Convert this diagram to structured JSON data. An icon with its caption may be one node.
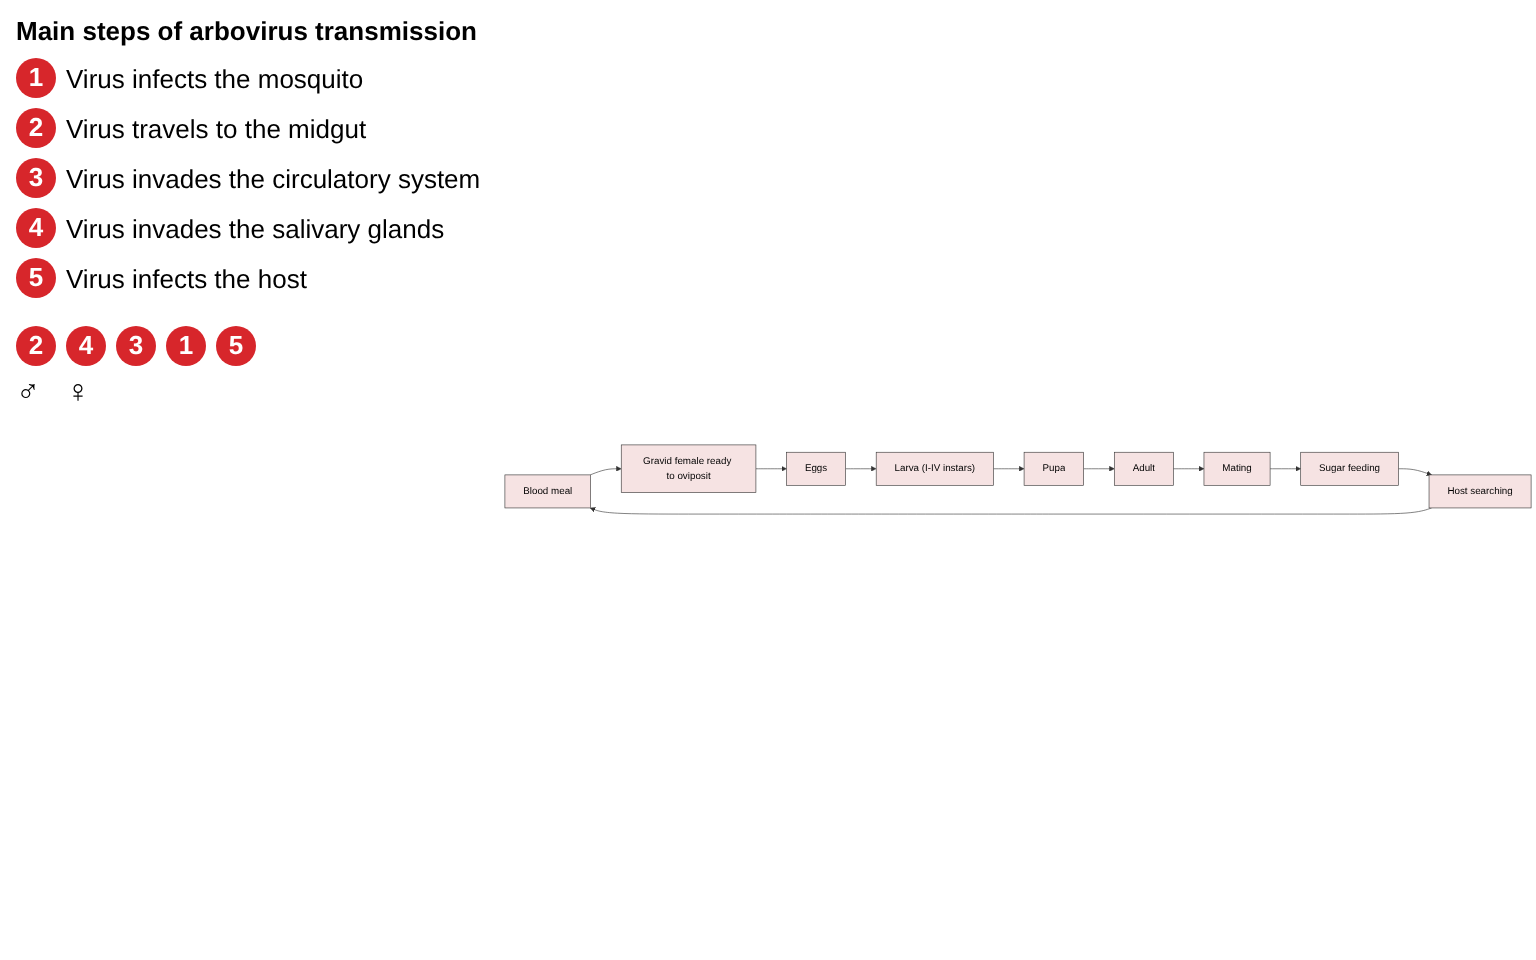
{
  "diagram": {
    "nodes": [
      {
        "text": [
          "Blood meal"
        ]
      },
      {
        "text": [
          "Gravid female ready to oviposit"
        ]
      },
      {
        "text": [
          "Eggs"
        ]
      },
      {
        "text": [
          "Larva (I-IV instars)"
        ]
      },
      {
        "text": [
          "Pupa"
        ]
      },
      {
        "text": [
          "Adult"
        ]
      },
      {
        "text": [
          "Mating"
        ]
      },
      {
        "text": [
          "Sugar feeding"
        ]
      },
      {
        "text": [
          "Host searching"
        ]
      }
    ],
    "edges": [
      {
        "from": 0,
        "to": 1,
        "arrow": "to"
      },
      {
        "from": 1,
        "to": 2,
        "arrow": "to"
      },
      {
        "from": 2,
        "to": 3,
        "arrow": "to"
      },
      {
        "from": 3,
        "to": 4,
        "arrow": "to"
      },
      {
        "from": 4,
        "to": 5,
        "arrow": "to"
      },
      {
        "from": 5,
        "to": 6,
        "arrow": "to"
      },
      {
        "from": 6,
        "to": 7,
        "arrow": "to"
      },
      {
        "from": 7,
        "to": 8,
        "arrow": "to"
      },
      {
        "from": 8,
        "to": 0,
        "arrow": "to"
      }
    ],
    "labels": [
      "Main steps of arbovirus transmission",
      "1",
      "Virus infects the mosquito",
      "2",
      "Virus travels to the midgut",
      "3",
      "Virus invades the circulatory system",
      "4",
      "Virus invades the salivary glands",
      "5",
      "Virus infects the host",
      "2",
      "4",
      "3",
      "1",
      "5",
      "♂",
      "♀"
    ]
  }
}
